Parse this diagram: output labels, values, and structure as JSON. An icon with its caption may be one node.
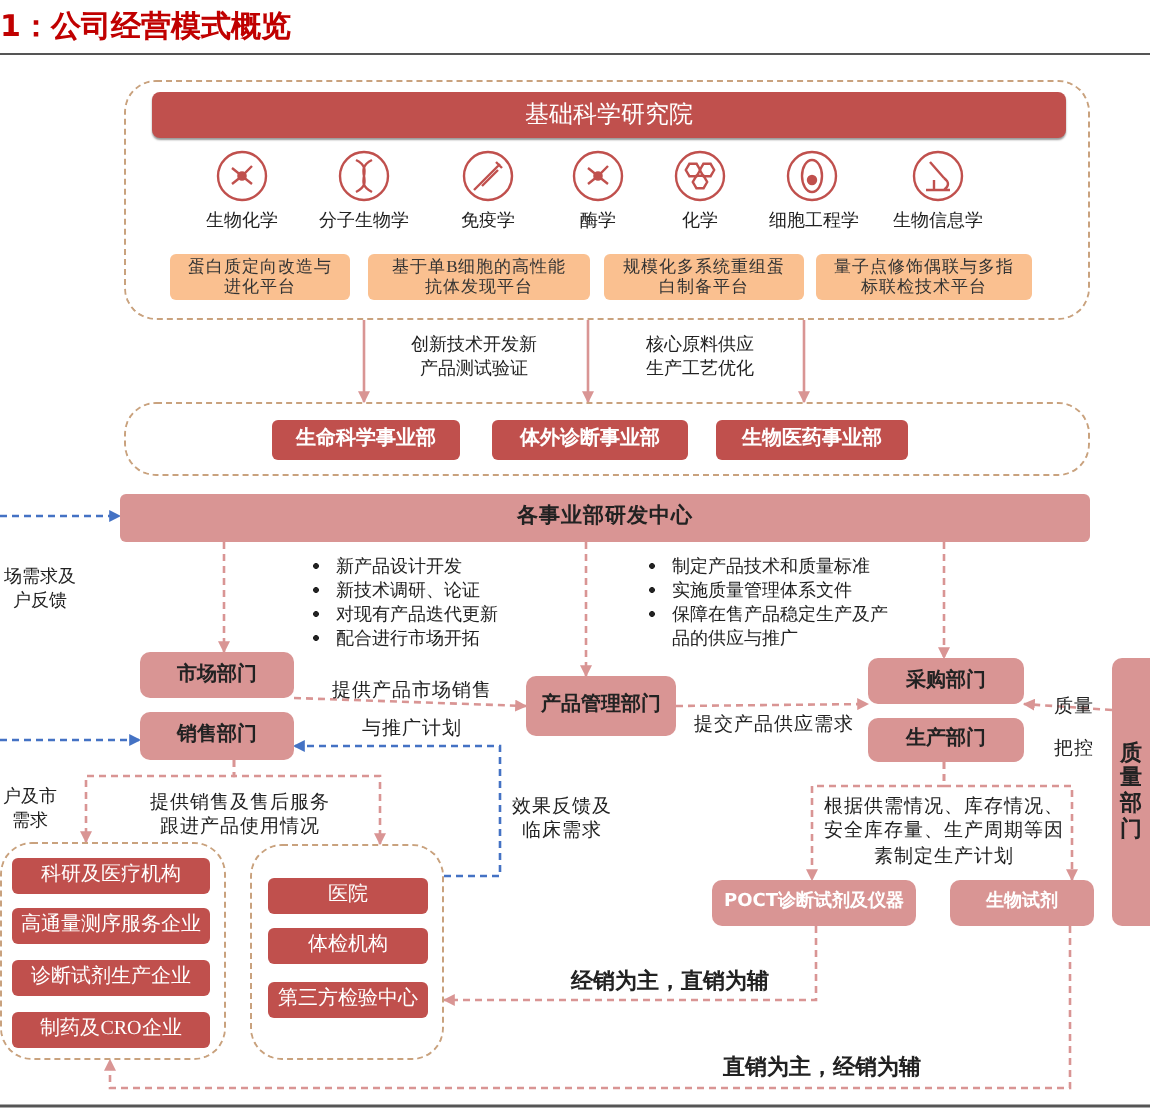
{
  "diagram": {
    "title": "1：公司经营模式概览",
    "nodes": [
      {
        "text": [],
        "shape": "box"
      },
      {
        "text": [
          "基础科学研究院"
        ],
        "in": 0
      },
      {
        "text": [
          "蛋白质定向改造与进化平台"
        ],
        "in": 0
      },
      {
        "text": [
          "基于单B细胞的高性能抗体发现平台"
        ],
        "in": 0
      },
      {
        "text": [
          "规模化多系统重组蛋白制备平台"
        ],
        "in": 0
      },
      {
        "text": [
          "量子点修饰偶联与多指标联检技术平台"
        ],
        "in": 0
      },
      {
        "text": [],
        "shape": "box"
      },
      {
        "text": [
          "生命科学事业部"
        ],
        "in": 6
      },
      {
        "text": [
          "体外诊断事业部"
        ],
        "in": 6
      },
      {
        "text": [
          "生物医药事业部"
        ],
        "in": 6
      },
      {
        "text": [
          "各事业部研发中心"
        ]
      },
      {
        "text": [
          "市场部门"
        ]
      },
      {
        "text": [
          "销售部门"
        ]
      },
      {
        "text": [
          "产品管理部门"
        ]
      },
      {
        "text": [
          "采购部门"
        ]
      },
      {
        "text": [
          "生产部门"
        ]
      },
      {
        "text": [
          "质量部门"
        ]
      },
      {
        "text": [],
        "shape": "box"
      },
      {
        "text": [
          "科研及医疗机构"
        ],
        "in": 17
      },
      {
        "text": [
          "高通量测序服务企业"
        ],
        "in": 17
      },
      {
        "text": [
          "诊断试剂生产企业"
        ],
        "in": 17
      },
      {
        "text": [
          "制药及CRO企业"
        ],
        "in": 17
      },
      {
        "text": [],
        "shape": "box"
      },
      {
        "text": [
          "医院"
        ],
        "in": 22
      },
      {
        "text": [
          "体检机构"
        ],
        "in": 22
      },
      {
        "text": [
          "第三方检验中心"
        ],
        "in": 22
      },
      {
        "text": [
          "POCT诊断试剂及仪器"
        ]
      },
      {
        "text": [
          "生物试剂"
        ]
      }
    ],
    "edges": [
      {
        "from": 0,
        "to": 6,
        "arrow": "to"
      },
      {
        "from": 0,
        "to": 6,
        "arrow": "to"
      },
      {
        "from": 0,
        "to": 6,
        "arrow": "to"
      },
      {
        "from": null,
        "to": 10,
        "arrow": "to",
        "style": "dashed",
        "color": "#4472c4"
      },
      {
        "from": 10,
        "to": 11,
        "arrow": "to",
        "style": "dashed"
      },
      {
        "from": 10,
        "to": 13,
        "arrow": "to",
        "style": "dashed"
      },
      {
        "from": 10,
        "to": 14,
        "arrow": "to",
        "style": "dashed"
      },
      {
        "from": 11,
        "to": 13,
        "arrow": "to",
        "style": "dashed",
        "label": "提供产品市场销售与推广计划"
      },
      {
        "from": 13,
        "to": 14,
        "arrow": "to",
        "style": "dashed",
        "label": "提交产品供应需求"
      },
      {
        "from": 16,
        "to": 14,
        "arrow": "to",
        "style": "dashed",
        "label": "质量把控"
      },
      {
        "from": null,
        "to": 12,
        "arrow": "to",
        "style": "dashed",
        "color": "#4472c4"
      },
      {
        "from": 22,
        "to": 12,
        "arrow": "to",
        "style": "dashed",
        "color": "#4472c4",
        "label": "效果反馈及临床需求"
      },
      {
        "from": 12,
        "to": 17,
        "arrow": "to",
        "style": "dashed",
        "label": "提供销售及售后服务跟进产品使用情况"
      },
      {
        "from": 12,
        "to": 22,
        "arrow": "to",
        "style": "dashed"
      },
      {
        "from": 15,
        "to": 26,
        "arrow": "to",
        "style": "dashed",
        "label": "根据供需情况、库存情况、安全库存量、生产周期等因素制定生产计划"
      },
      {
        "from": 15,
        "to": 27,
        "arrow": "to",
        "style": "dashed"
      },
      {
        "from": 26,
        "to": 22,
        "arrow": "to",
        "style": "dashed",
        "label": "经销为主，直销为辅"
      },
      {
        "from": 27,
        "to": 17,
        "arrow": "to",
        "style": "dashed",
        "label": "直销为主，经销为辅"
      }
    ],
    "labels": [
      "生物化学",
      "分子生物学",
      "免疫学",
      "酶学",
      "化学",
      "细胞工程学",
      "生物信息学",
      "创新技术开发新产品测试验证",
      "核心原料供应生产工艺优化",
      "场需求及户反馈",
      "新产品设计开发",
      "新技术调研、论证",
      "对现有产品迭代更新",
      "配合进行市场开拓",
      "制定产品技术和质量标准",
      "实施质量管理体系文件",
      "保障在售产品稳定生产及产品的供应与推广",
      "户及市需求"
    ]
  }
}
